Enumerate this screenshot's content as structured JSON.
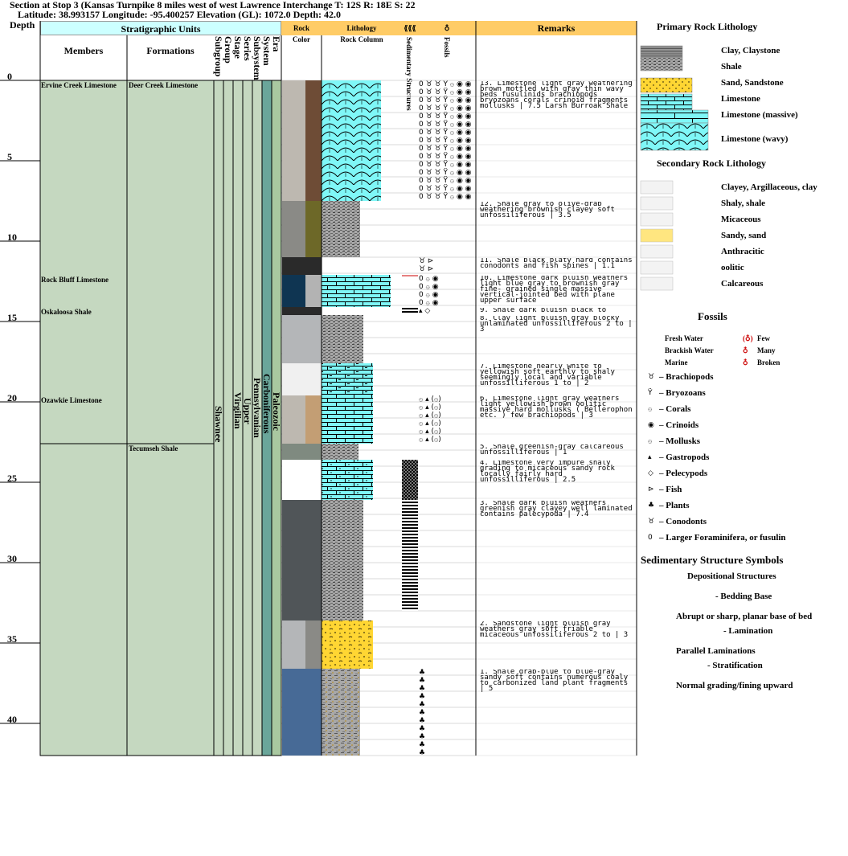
{
  "title": {
    "line1": "Section at Stop 3 (Kansas Turnpike 8 miles west of west Lawrence Interchange T: 12S R: 18E S: 22",
    "line2": "Latitude: 38.993157 Longitude: -95.400257 Elevation (GL): 1072.0 Depth: 42.0"
  },
  "headers": {
    "depth": "Depth",
    "strat_units": "Stratigraphic Units",
    "members": "Members",
    "formations": "Formations",
    "rank_columns": [
      "Subgroup",
      "Group",
      "Stage",
      "Series",
      "Subsystem",
      "System",
      "Era"
    ],
    "rock": "Rock",
    "color": "Color",
    "lithology": "Lithology",
    "rock_column": "Rock Column",
    "sedimentary_structures": "Sedimentary Structures",
    "fossils": "Fossils",
    "remarks": "Remarks"
  },
  "depth_labels": [
    "0",
    "5",
    "10",
    "15",
    "20",
    "25",
    "30",
    "35",
    "40"
  ],
  "members": [
    {
      "name": "Ervine Creek Limestone",
      "top": 0,
      "base": 0
    },
    {
      "name": "Rock Bluff Limestone",
      "top": 12.1,
      "base": 12.1
    },
    {
      "name": "Oskaloosa Shale",
      "top": 14.1,
      "base": 14.1
    },
    {
      "name": "Ozawkie Limestone",
      "top": 19.6,
      "base": 22.6
    }
  ],
  "formations": [
    {
      "name": "Deer Creek Limestone",
      "top": 0,
      "base": 22.6
    },
    {
      "name": "Tecumseh Shale",
      "top": 22.6,
      "base": 42
    }
  ],
  "rank_units": {
    "subgroup": "Shawnee",
    "stage": "Virgilian",
    "series": "Upper",
    "subsystem": "Pennsylvanian",
    "system": "Carboniferous",
    "era": "Paleozoic"
  },
  "beds": [
    {
      "top": 0,
      "base": 7.5,
      "lith": "limestone-wavy",
      "width": 0.74,
      "color1": "#bdb8b0",
      "color2": "#6e4c36"
    },
    {
      "top": 7.5,
      "base": 11.0,
      "lith": "shale",
      "width": 0.48,
      "color1": "#8a8a86",
      "color2": "#6d6828"
    },
    {
      "top": 11.0,
      "base": 12.1,
      "lith": "shale",
      "width": 0.0,
      "color1": "#2a2a2a",
      "color2": "#2a2a2a"
    },
    {
      "top": 12.1,
      "base": 14.1,
      "lith": "limestone",
      "width": 0.86,
      "color1": "#0f3552",
      "color2": "#b3b3b3"
    },
    {
      "top": 14.1,
      "base": 14.6,
      "lith": "shale",
      "width": 0.0,
      "color1": "#2a2a2a",
      "color2": "#2a2a2a"
    },
    {
      "top": 14.6,
      "base": 17.6,
      "lith": "shale",
      "width": 0.52,
      "color1": "#b4b6b8",
      "color2": "#b4b6b8"
    },
    {
      "top": 17.6,
      "base": 19.6,
      "lith": "limestone-clayey",
      "width": 0.64,
      "color1": "#f0f0f0",
      "color2": "#f0f0f0"
    },
    {
      "top": 19.6,
      "base": 22.6,
      "lith": "limestone",
      "width": 0.64,
      "color1": "#bdb8b0",
      "color2": "#c39e74"
    },
    {
      "top": 22.6,
      "base": 23.6,
      "lith": "shale",
      "width": 0.46,
      "color1": "#7f8a80",
      "color2": "#7f8a80"
    },
    {
      "top": 23.6,
      "base": 26.1,
      "lith": "limestone-sandy",
      "width": 0.64,
      "color1": "#ffffff",
      "color2": "#ffffff"
    },
    {
      "top": 26.1,
      "base": 33.6,
      "lith": "shale",
      "width": 0.52,
      "color1": "#505558",
      "color2": "#505558"
    },
    {
      "top": 33.6,
      "base": 36.6,
      "lith": "sandstone",
      "width": 0.64,
      "color1": "#b4b6b8",
      "color2": "#8a8a86"
    },
    {
      "top": 36.6,
      "base": 42,
      "lith": "shale-sandy",
      "width": 0.48,
      "color1": "#476a96",
      "color2": "#476a96"
    }
  ],
  "sed_structures": [
    {
      "top": 14.1,
      "base": 14.6,
      "type": "parallel"
    },
    {
      "top": 23.6,
      "base": 26.1,
      "type": "grading"
    },
    {
      "top": 26.1,
      "base": 33.0,
      "type": "lamination"
    }
  ],
  "sed_header_symbol": "⟪⟪⟪",
  "fossil_header_symbol": "♁",
  "fossil_rows": [
    {
      "top": 0,
      "base": 7.5,
      "symbols": "0 ♉ ♉ Ÿ ۞ ◉ ◉"
    },
    {
      "top": 11.0,
      "base": 12.1,
      "symbols": "♉ ⊳"
    },
    {
      "top": 12.1,
      "base": 14.1,
      "symbols": "0 ۞ ◉"
    },
    {
      "top": 14.1,
      "base": 14.6,
      "symbols": "▴ ◇"
    },
    {
      "top": 19.6,
      "base": 22.6,
      "symbols": "۞ ▴ (۞)"
    },
    {
      "top": 36.6,
      "base": 42,
      "symbols": "♣"
    }
  ],
  "remarks": [
    {
      "top": 0,
      "text": "13. Limestone light gray weathering brown mottled with gray thin wavy beds fusulinids brachiopods bryozoans corals crinoid fragments mollusks | 7.5 Larsh Burroak Shale"
    },
    {
      "top": 7.5,
      "text": "12. Shale gray to olive-drab weathering brownish clayey soft unfossiliferous | 3.5"
    },
    {
      "top": 11.0,
      "text": "11. Shale black platy hard contains conodonts and fish spines | 1.1"
    },
    {
      "top": 12.1,
      "text": "10. Limestone dark bluish weathers light blue gray to brownish gray fine- grained single massive vertical-jointed bed with plane upper surface"
    },
    {
      "top": 14.1,
      "text": "9. Shale dark bluish black to"
    },
    {
      "top": 14.6,
      "text": "8. Clay light bluish gray blocky unlaminated unfossilliferous 2 to | 3"
    },
    {
      "top": 17.6,
      "text": "7. Limestone nearly white to yellowish soft earthly to shaly seemingly local and variable unfossilliferous 1 to | 2"
    },
    {
      "top": 19.6,
      "text": "6. Limestone light gray weathers light yellowish brown oolitic massive hard mollusks ( Bellerophon etc. ) few brachiopods | 3"
    },
    {
      "top": 22.6,
      "text": "5. Shale greenish-gray calcareous unfossilliferous | 1"
    },
    {
      "top": 23.6,
      "text": "4. Limestone very impure shaly grading to micaceous sandy rock locally fairly hard unfossilliferous | 2.5"
    },
    {
      "top": 26.1,
      "text": "3. Shale dark bluish weathers greenish gray clayey well laminated contains palecypoda | 7.4"
    },
    {
      "top": 33.6,
      "text": "2. Sandstone light bluish gray weathers gray soft friable micaceous unfossiliferous 2 to | 3"
    },
    {
      "top": 36.6,
      "text": "1. Shale drab-blue to blue-gray sandy soft contains numerous coaly to carbonized land plant fragments | 5"
    }
  ],
  "legend": {
    "primary_title": "Primary Rock Lithology",
    "primary": [
      {
        "label": "Clay, Claystone",
        "pattern": "clay"
      },
      {
        "label": "Shale",
        "pattern": "shale"
      },
      {
        "label": "Sand, Sandstone",
        "pattern": "sand"
      },
      {
        "label": "Limestone",
        "pattern": "limestone"
      },
      {
        "label": "Limestone (massive)",
        "pattern": "limestone-massive"
      },
      {
        "label": "Limestone (wavy)",
        "pattern": "limestone-wavy"
      }
    ],
    "secondary_title": "Secondary Rock Lithology",
    "secondary": [
      {
        "label": "Clayey, Argillaceous, clay",
        "pattern": "clayey"
      },
      {
        "label": "Shaly, shale",
        "pattern": "shaly"
      },
      {
        "label": "Micaceous",
        "pattern": "micaceous"
      },
      {
        "label": "Sandy, sand",
        "pattern": "sandy"
      },
      {
        "label": "Anthracitic",
        "pattern": "anthracitic"
      },
      {
        "label": "oolitic",
        "pattern": "oolitic"
      },
      {
        "label": "Calcareous",
        "pattern": "calcareous"
      }
    ],
    "fossils_title": "Fossils",
    "environments": [
      {
        "label": "Fresh Water",
        "color": "#ccffff"
      },
      {
        "label": "Brackish Water",
        "color": "#ccffcc"
      },
      {
        "label": "Marine",
        "color": "#ccccff"
      }
    ],
    "abundance": [
      {
        "symbol": "(♁)",
        "label": "Few"
      },
      {
        "symbol": "♁",
        "label": "Many"
      },
      {
        "symbol": "♁",
        "label": "Broken"
      }
    ],
    "fossil_types": [
      {
        "symbol": "♉",
        "label": "– Brachiopods"
      },
      {
        "symbol": "Ÿ",
        "label": "– Bryozoans"
      },
      {
        "symbol": "۞",
        "label": "– Corals"
      },
      {
        "symbol": "◉",
        "label": "– Crinoids"
      },
      {
        "symbol": "۞",
        "label": "– Mollusks"
      },
      {
        "symbol": "▴",
        "label": "– Gastropods"
      },
      {
        "symbol": "◇",
        "label": "– Pelecypods"
      },
      {
        "symbol": "⊳",
        "label": "– Fish"
      },
      {
        "symbol": "♣",
        "label": "– Plants"
      },
      {
        "symbol": "♉",
        "label": "– Conodonts"
      },
      {
        "symbol": "0",
        "label": "– Larger Foraminifera, or fusulin"
      }
    ],
    "sed_title": "Sedimentary Structure Symbols",
    "depositional": "Depositional Structures",
    "bedding_base": "- Bedding Base",
    "abrupt": "Abrupt or sharp, planar base of bed",
    "lamination": "- Lamination",
    "parallel": "Parallel Laminations",
    "stratification": "- Stratification",
    "grading": "Normal grading/fining upward"
  },
  "colors": {
    "header_cyan": "#ccffff",
    "header_orange": "#ffcc66",
    "strat_fill": "#c5d8c0",
    "limestone": "#7ff7f7",
    "sandstone": "#ffd633",
    "system_fill": "#6aa69a",
    "era_fill": "#a9c8a0"
  }
}
